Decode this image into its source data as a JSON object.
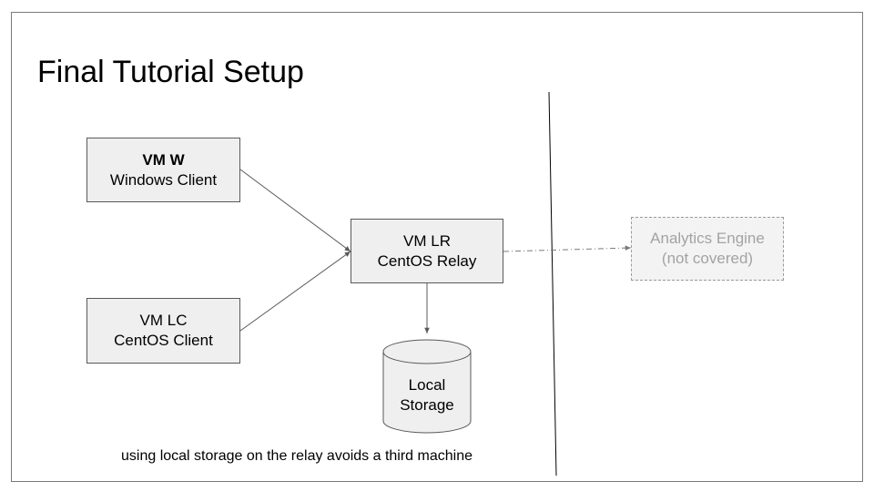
{
  "title": "Final Tutorial Setup",
  "nodes": {
    "vm_w": {
      "name": "VM W",
      "role": "Windows Client"
    },
    "vm_lc": {
      "name": "VM LC",
      "role": "CentOS Client"
    },
    "vm_lr": {
      "name": "VM LR",
      "role": "CentOS Relay"
    },
    "analytics": {
      "name": "Analytics Engine",
      "note": "(not covered)"
    },
    "storage": {
      "line1": "Local",
      "line2": "Storage"
    }
  },
  "caption": "using local storage on the relay avoids a third machine",
  "colors": {
    "box_fill": "#efefef",
    "box_border": "#595959",
    "muted_text": "#a3a3a3",
    "connector": "#595959"
  }
}
